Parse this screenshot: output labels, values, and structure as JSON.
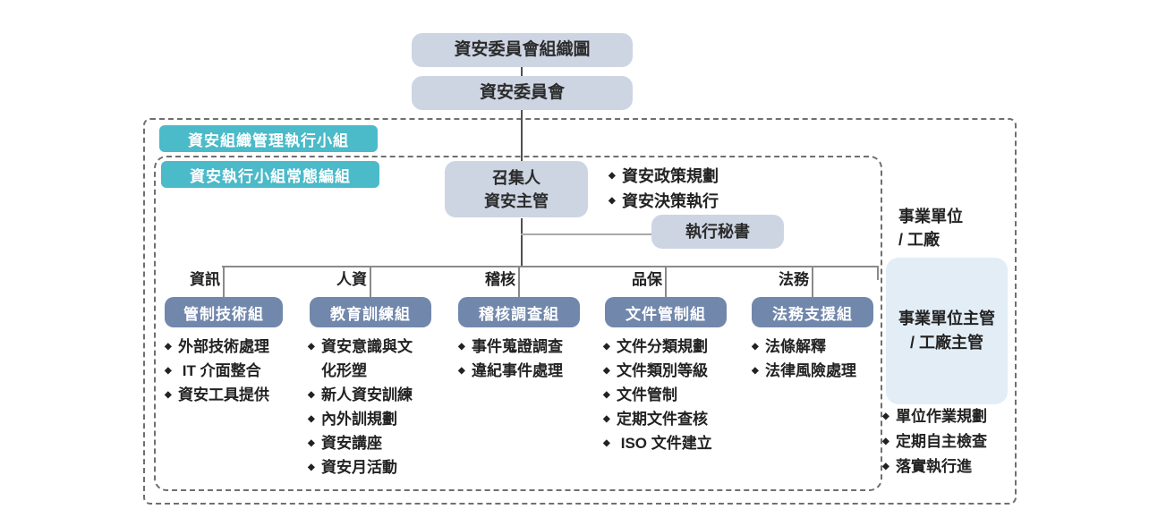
{
  "colors": {
    "light_box": "#cdd5e3",
    "teal_badge": "#4bbac9",
    "group_box": "#7187ab",
    "pale_box": "#e3edf6",
    "text": "#2b2b2b",
    "connector": "#8a8a8a"
  },
  "ui": {
    "bullet": "◆"
  },
  "top": {
    "title": "資安委員會組織圖",
    "committee": "資安委員會"
  },
  "badges": {
    "outer": "資安組織管理執行小組",
    "inner": "資安執行小組常態編組"
  },
  "coordinator": {
    "line1": "召集人",
    "line2": "資安主管",
    "duties": [
      "資安政策規劃",
      "資安決策執行"
    ]
  },
  "secretary": {
    "label": "執行秘書"
  },
  "groups": [
    {
      "dept": "資訊",
      "label": "管制技術組",
      "items": [
        "外部技術處理",
        " IT 介面整合",
        "資安工具提供"
      ]
    },
    {
      "dept": "人資",
      "label": "教育訓練組",
      "items": [
        "資安意識與文化形塑",
        "新人資安訓練",
        "內外訓規劃",
        "資安講座",
        "資安月活動"
      ]
    },
    {
      "dept": "稽核",
      "label": "稽核調查組",
      "items": [
        "事件蒐證調查",
        "違紀事件處理"
      ]
    },
    {
      "dept": "品保",
      "label": "文件管制組",
      "items": [
        "文件分類規劃",
        "文件類別等級",
        "文件管制",
        "定期文件查核",
        " ISO 文件建立"
      ]
    },
    {
      "dept": "法務",
      "label": "法務支援組",
      "items": [
        "法條解釋",
        "法律風險處理"
      ]
    }
  ],
  "right_panel": {
    "unit_line1": "事業單位",
    "unit_line2": "/ 工廠",
    "manager_line1": "事業單位主管",
    "manager_line2": "/ 工廠主管",
    "items": [
      "單位作業規劃",
      "定期自主檢查",
      "落實執行進"
    ]
  }
}
